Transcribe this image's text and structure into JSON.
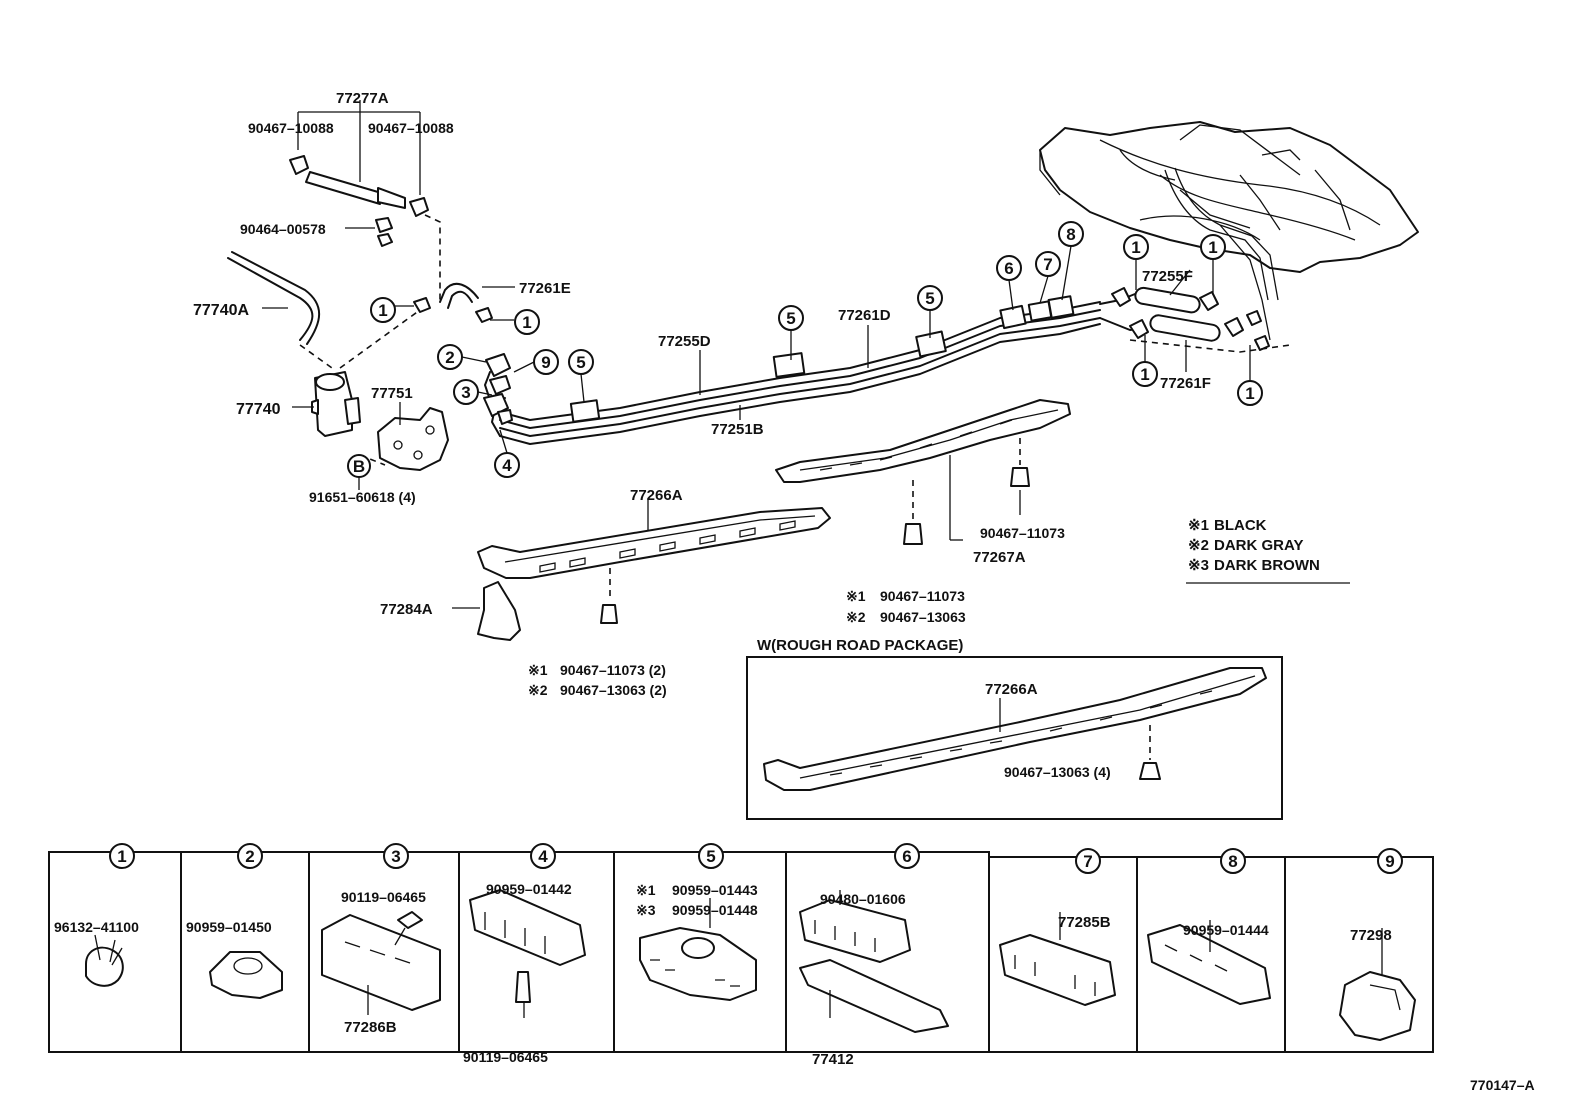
{
  "labels": {
    "p77277A": "77277A",
    "p90467_10088_a": "90467–10088",
    "p90467_10088_b": "90467–10088",
    "p90464_00578": "90464–00578",
    "p77740A": "77740A",
    "p77261E": "77261E",
    "p77740": "77740",
    "p77751": "77751",
    "p91651_60618": "91651–60618 (4)",
    "p77255D": "77255D",
    "p77261D": "77261D",
    "p77251B": "77251B",
    "p77255F": "77255F",
    "p77261F": "77261F",
    "p77266A": "77266A",
    "p77284A": "77284A",
    "p90467_11073_2": "90467–11073 (2)",
    "p90467_13063_2": "90467–13063 (2)",
    "p90467_11073_a": "90467–11073",
    "p90467_11073_b": "90467–11073",
    "p90467_13063_b": "90467–13063",
    "p77267A": "77267A",
    "rough_heading": "W(ROUGH ROAD PACKAGE)",
    "rough_77266A": "77266A",
    "rough_90467_13063": "90467–13063 (4)",
    "star1": "※1",
    "star2": "※2",
    "star3": "※3",
    "circle_B": "B",
    "diagram_id": "770147–A"
  },
  "legend": {
    "items": [
      {
        "mark": "※1",
        "text": "BLACK"
      },
      {
        "mark": "※2",
        "text": "DARK GRAY"
      },
      {
        "mark": "※3",
        "text": "DARK BROWN"
      }
    ]
  },
  "callouts": [
    "1",
    "2",
    "3",
    "4",
    "5",
    "6",
    "7",
    "8",
    "9"
  ],
  "table": {
    "cells": [
      {
        "num": "1",
        "parts": [
          "96132–41100"
        ]
      },
      {
        "num": "2",
        "parts": [
          "90959–01450"
        ]
      },
      {
        "num": "3",
        "parts": [
          "90119–06465",
          "77286B"
        ]
      },
      {
        "num": "4",
        "parts": [
          "90959–01442",
          "90119–06465"
        ]
      },
      {
        "num": "5",
        "parts": [
          "90959–01443",
          "90959–01448"
        ],
        "marks": [
          "※1",
          "※3"
        ]
      },
      {
        "num": "6",
        "parts": [
          "90480–01606",
          "77412"
        ]
      },
      {
        "num": "7",
        "parts": [
          "77285B"
        ]
      },
      {
        "num": "8",
        "parts": [
          "90959–01444"
        ]
      },
      {
        "num": "9",
        "parts": [
          "77298"
        ]
      }
    ]
  }
}
